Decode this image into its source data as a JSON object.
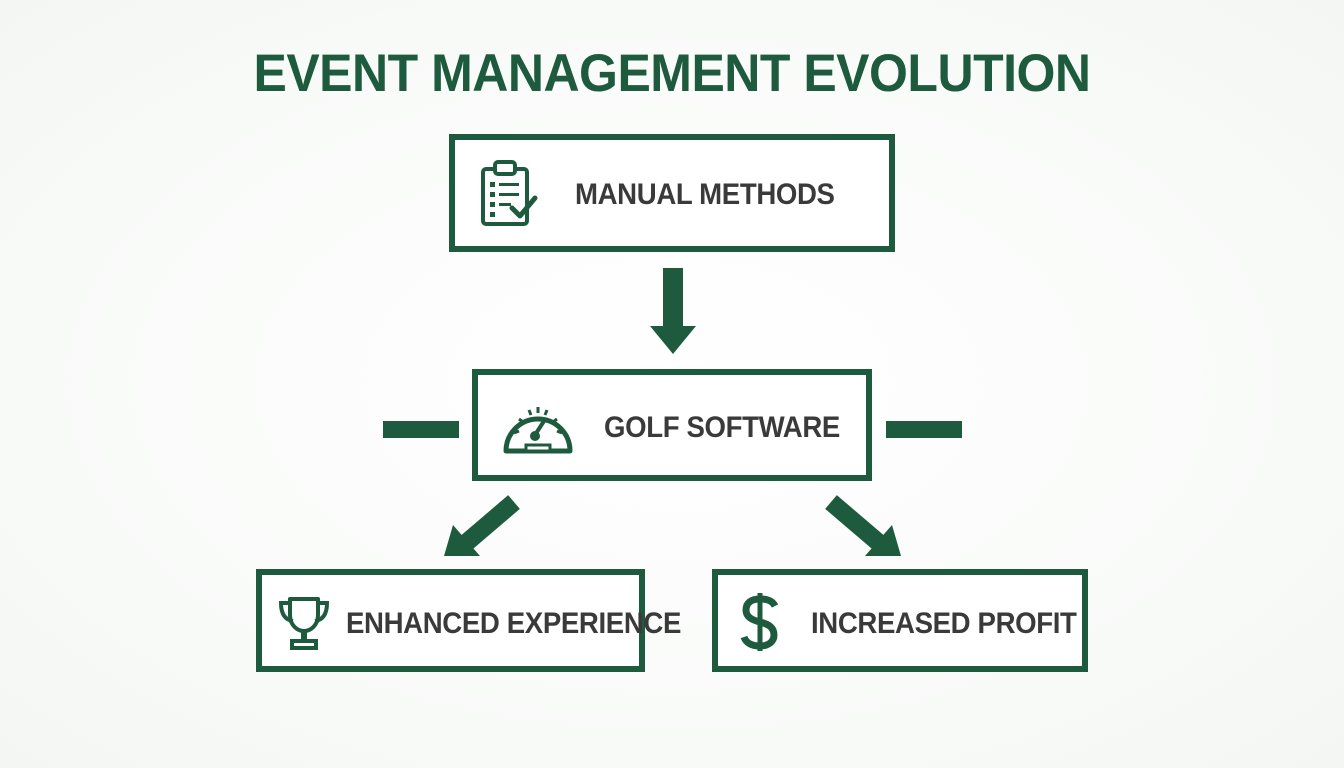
{
  "title": "EVENT MANAGEMENT EVOLUTION",
  "colors": {
    "accent": "#1e5b3e",
    "label_text": "#3a3a3a",
    "background": "#fcfdfc"
  },
  "nodes": {
    "manual": {
      "label": "MANUAL METHODS",
      "icon": "clipboard-checklist-icon"
    },
    "golf": {
      "label": "GOLF SOFTWARE",
      "icon": "speedometer-icon"
    },
    "enhanced": {
      "label": "ENHANCED EXPERIENCE",
      "icon": "trophy-icon"
    },
    "profit": {
      "label": "INCREASED PROFIT",
      "icon": "dollar-sign-icon"
    }
  },
  "edges": [
    {
      "from": "manual",
      "to": "golf"
    },
    {
      "from": "golf",
      "to": "enhanced"
    },
    {
      "from": "golf",
      "to": "profit"
    }
  ]
}
